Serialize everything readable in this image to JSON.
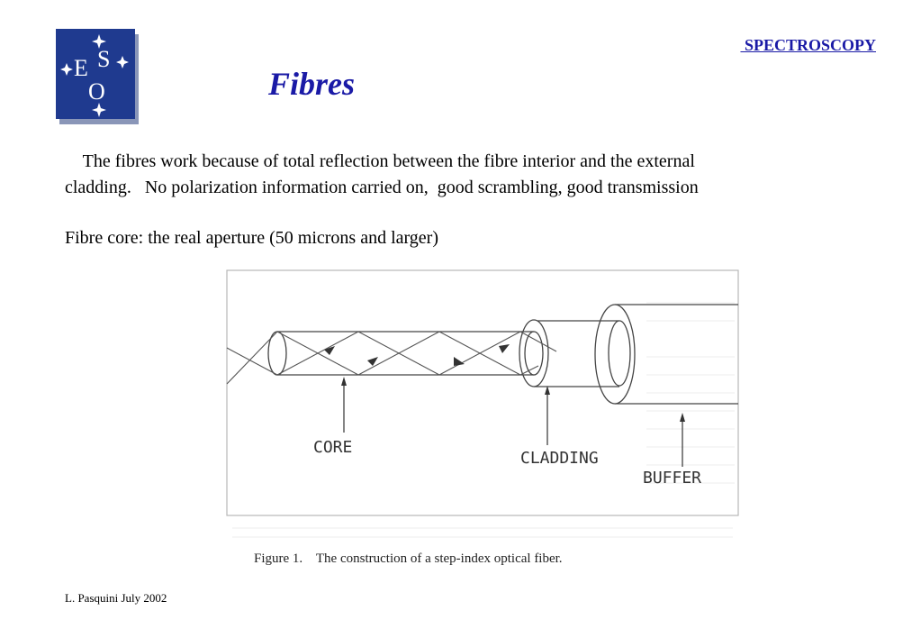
{
  "header": {
    "section_link": " SPECTROSCOPY",
    "title": "Fibres"
  },
  "logo": {
    "text": "ESO",
    "letters": [
      "E",
      "S",
      "O"
    ],
    "accent": "#1f3a8f"
  },
  "body": {
    "line1": "    The fibres work because of total reflection between the fibre interior and the external",
    "line2": "cladding.   No polarization information carried on,  good scrambling, good transmission",
    "line3": "Fibre core: the real aperture (50 microns and larger)"
  },
  "figure": {
    "labels": {
      "core": "CORE",
      "cladding": "CLADDING",
      "buffer": "BUFFER"
    },
    "caption": "Figure 1.    The construction of a step-index optical fiber."
  },
  "footer": {
    "text": "L. Pasquini July 2002"
  },
  "colors": {
    "heading_blue": "#1a1aa6",
    "logo_blue": "#1f3a8f"
  }
}
